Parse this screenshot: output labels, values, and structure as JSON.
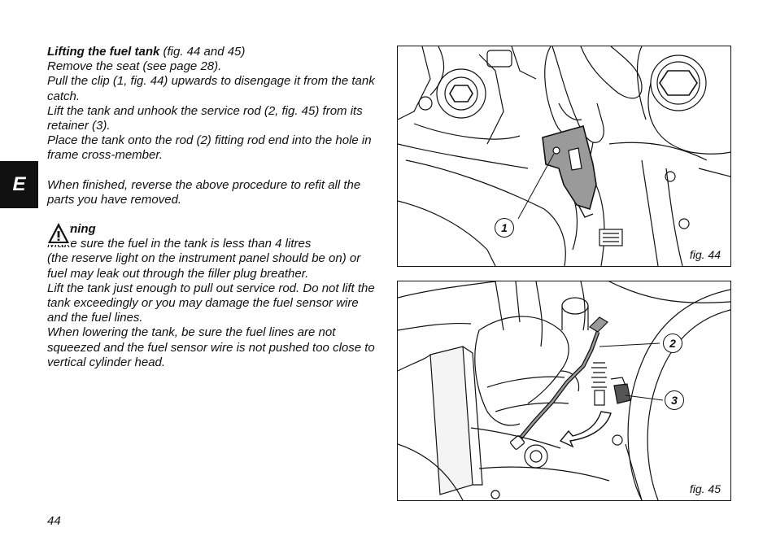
{
  "section_tab": "E",
  "article": {
    "heading_bold": "Lifting the fuel tank",
    "heading_ref": " (fig. 44 and 45)",
    "steps": [
      "Remove the seat (see page 28).",
      "Pull the clip (1, fig. 44) upwards to disengage it from the tank catch.",
      "Lift the tank and unhook the service rod (2, fig. 45) from its retainer (3).",
      "Place the tank onto the rod (2) fitting rod end into the hole in frame cross-member."
    ],
    "finish_note": "When finished, reverse the above procedure to refit all the parts you have removed.",
    "warning": {
      "title": "Warning",
      "lines": [
        "Make sure the fuel in the tank is less than 4 litres",
        "(the reserve light on the instrument panel should be on) or fuel may leak out through the filler plug breather.",
        "Lift the tank just enough to pull out service rod. Do not lift the tank exceedingly or you may damage the fuel sensor wire and the fuel lines.",
        "When lowering the tank, be sure the fuel lines are not squeezed and the fuel sensor wire is not pushed too close to vertical cylinder head."
      ]
    }
  },
  "figures": [
    {
      "caption": "fig. 44",
      "callouts": [
        "1"
      ]
    },
    {
      "caption": "fig. 45",
      "callouts": [
        "2",
        "3"
      ]
    }
  ],
  "page_number": "44"
}
